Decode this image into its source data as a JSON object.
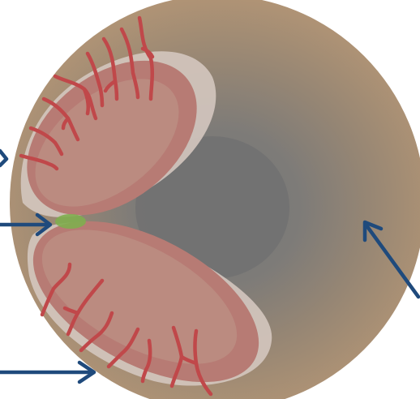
{
  "colors": {
    "background": "#ffffff",
    "globe_outer": "#b09274",
    "globe_mid": "#a08c79",
    "globe_center": "#7b7b79",
    "dark_core": "#6f6f6f",
    "tissue_halo": "#d2c3bb",
    "lobe_outer": "#b87a74",
    "lobe_inner": "#bb8a7f",
    "vessel": "#c0484a",
    "green_dot": "#7fae4f",
    "arrow": "#1f4a7c"
  },
  "diagram": {
    "upper_lobe_vessel_count": 12,
    "lower_lobe_vessel_count": 9,
    "arrow_count": 4
  }
}
